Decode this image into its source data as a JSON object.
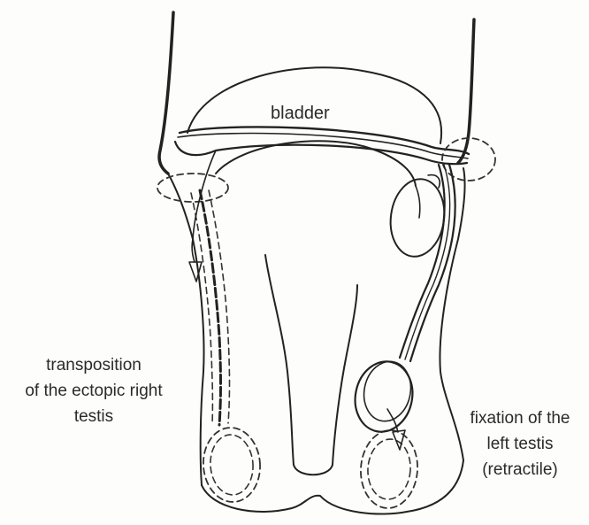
{
  "labels": {
    "bladder": "bladder",
    "right_testis": [
      "transposition",
      "of the ectopic right",
      "testis"
    ],
    "left_testis": [
      "fixation of the",
      "left testis",
      "(retractile)"
    ]
  },
  "colors": {
    "ink": "#222222",
    "background": "#fdfdfb"
  }
}
